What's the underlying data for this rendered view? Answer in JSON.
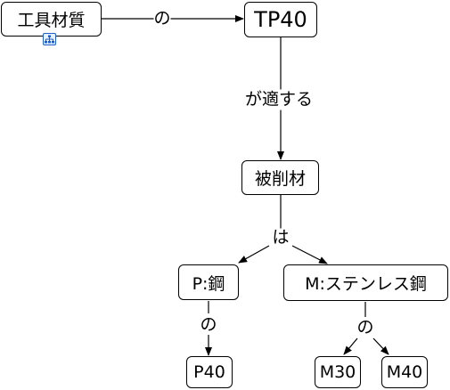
{
  "nodes": {
    "tool_material": "工具材質",
    "tp40": "TP40",
    "workpiece": "被削材",
    "p_steel": "P:鋼",
    "m_stainless": "M:ステンレス鋼",
    "p40": "P40",
    "m30": "M30",
    "m40": "M40"
  },
  "edges": {
    "of_1": "の",
    "applies": "が適する",
    "wa": "は",
    "of_2": "の",
    "of_3": "の"
  },
  "icons": {
    "subconcept": "sitemap-icon",
    "accent": "#1f5fbf"
  }
}
